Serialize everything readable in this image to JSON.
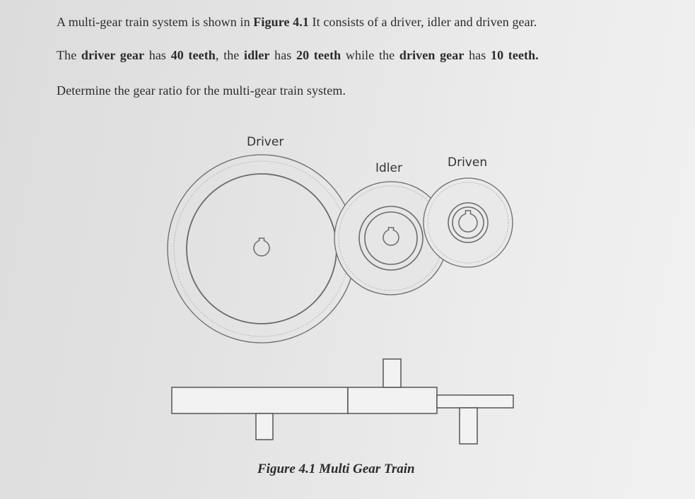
{
  "paragraphs": {
    "p1": {
      "a": "A multi-gear train system is shown in ",
      "b": "Figure 4.1",
      "c": " It consists of a driver, idler and driven gear."
    },
    "p2": {
      "a": "The ",
      "b": "driver gear",
      "c": " has ",
      "d": "40 teeth",
      "e": ", the ",
      "f": "idler",
      "g": " has ",
      "h": "20 teeth",
      "i": " while the ",
      "j": "driven gear",
      "k": " has ",
      "l": "10 teeth",
      "m": "."
    },
    "p3": "Determine the gear ratio for the multi-gear train system."
  },
  "figure": {
    "labels": {
      "driver": "Driver",
      "idler": "Idler",
      "driven": "Driven"
    },
    "caption": "Figure 4.1 Multi Gear Train"
  }
}
